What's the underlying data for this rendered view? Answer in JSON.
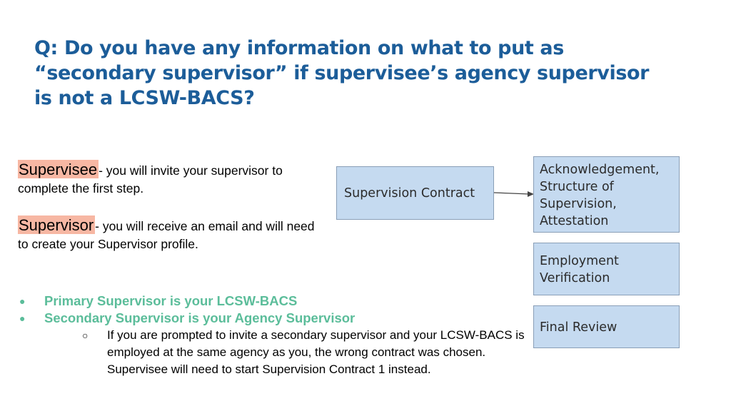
{
  "title": "Q: Do you have any information on what to put as “secondary supervisor” if supervisee’s agency supervisor is not a LCSW-BACS?",
  "supervisee": {
    "label": "Supervisee",
    "text": "- you will invite your supervisor to complete the first step."
  },
  "supervisor": {
    "label": "Supervisor",
    "text": "- you will receive an email and will need to create your Supervisor profile."
  },
  "bullets": {
    "primary": "Primary Supervisor is your LCSW-BACS",
    "secondary": "Secondary Supervisor is your Agency Supervisor",
    "sub": "If you are prompted to invite  a secondary supervisor and your LCSW-BACS is employed at the same agency as you, the wrong contract was chosen. Supervisee will need to start Supervision Contract 1 instead."
  },
  "diagram": {
    "contract": "Supervision Contract",
    "ack": "Acknowledgement, Structure of Supervision, Attestation",
    "employment": "Employment Verification",
    "final": "Final Review"
  },
  "colors": {
    "title": "#1c5d99",
    "highlight": "#f7b7a3",
    "bullet": "#5bbd9a",
    "box_fill": "#c5daf0",
    "box_border": "#8a9fb7"
  }
}
